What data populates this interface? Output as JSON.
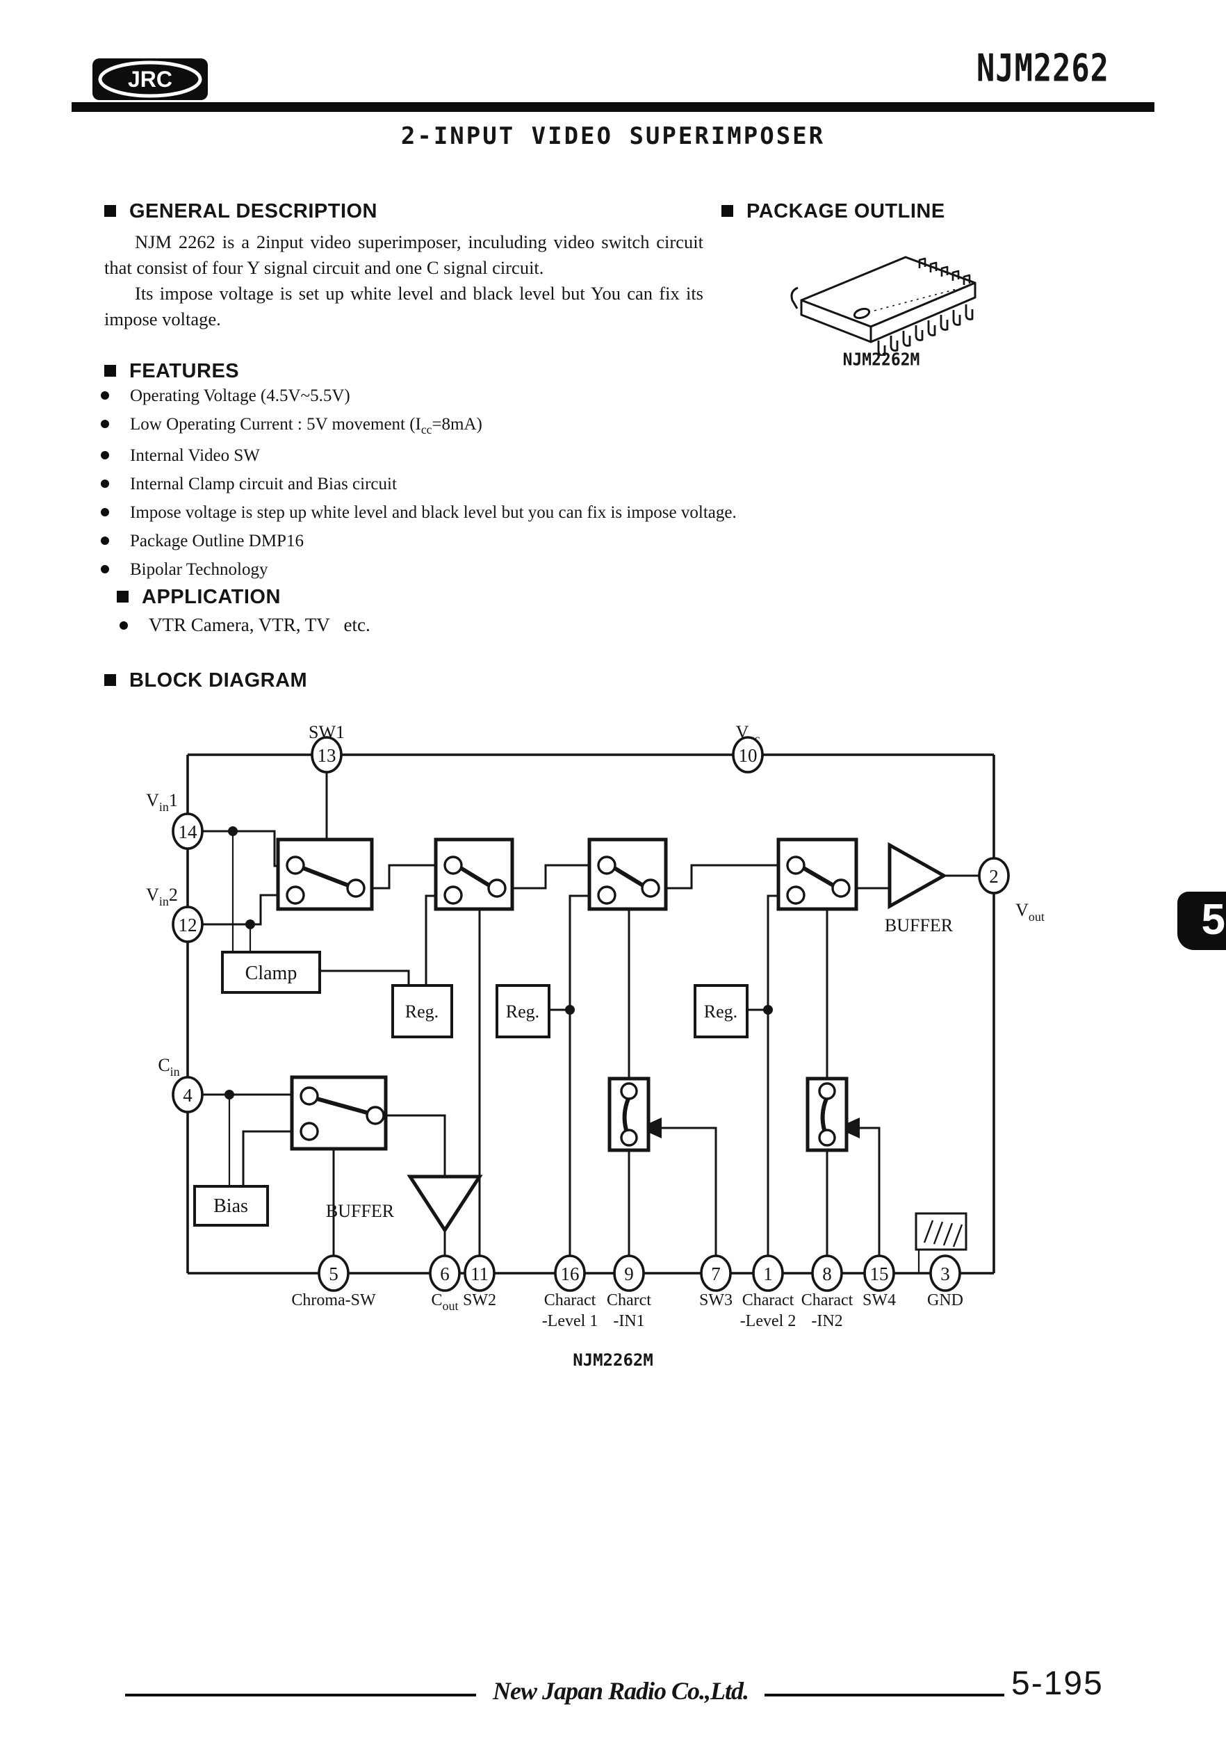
{
  "header": {
    "logo": "JRC",
    "part_number": "NJM2262"
  },
  "title": "2-INPUT VIDEO SUPERIMPOSER",
  "general_description": {
    "heading": "GENERAL DESCRIPTION",
    "paragraphs": [
      "NJM 2262 is a 2input video superimposer, inculuding video switch circuit that consist of four Y signal circuit and one C signal circuit.",
      "Its impose voltage is set up white level and black level but You can fix its impose voltage."
    ]
  },
  "package_outline": {
    "heading": "PACKAGE OUTLINE",
    "package_name": "NJM2262M"
  },
  "features": {
    "heading": "FEATURES",
    "items": [
      "Operating Voltage  (4.5V~5.5V)",
      {
        "pre": "Low Operating Current : 5V movement (I",
        "sub": "cc",
        "post": "=8mA)"
      },
      "Internal Video SW",
      "Internal Clamp circuit and Bias circuit",
      "Impose voltage is step up white level and black level but you can fix is impose voltage.",
      "Package Outline  DMP16",
      "Bipolar Technology"
    ]
  },
  "application": {
    "heading": "APPLICATION",
    "items": [
      "VTR Camera, VTR, TV   etc."
    ]
  },
  "block_diagram": {
    "heading": "BLOCK DIAGRAM",
    "caption": "NJM2262M",
    "blocks": {
      "clamp": "Clamp",
      "bias": "Bias",
      "reg1": "Reg.",
      "reg2": "Reg.",
      "reg3": "Reg.",
      "buffer_main": "BUFFER",
      "buffer_chroma": "BUFFER"
    },
    "top_pins": {
      "sw1": {
        "num": "13",
        "label": "SW1"
      },
      "vcc": {
        "num": "10",
        "base": "V",
        "sub": "cc"
      }
    },
    "left_pins": {
      "vin1": {
        "num": "14",
        "base": "V",
        "sub": "in",
        "tail": "1"
      },
      "vin2": {
        "num": "12",
        "base": "V",
        "sub": "in",
        "tail": "2"
      },
      "cin": {
        "num": "4",
        "base": "C",
        "sub": "in",
        "tail": ""
      }
    },
    "right_pin": {
      "num": "2",
      "base": "V",
      "sub": "out"
    },
    "bottom_pins": [
      {
        "num": "5",
        "lines": [
          "Chroma-SW"
        ]
      },
      {
        "num": "6",
        "base": "C",
        "sub": "out"
      },
      {
        "num": "11",
        "lines": [
          "SW2"
        ]
      },
      {
        "num": "16",
        "lines": [
          "Charact",
          "-Level 1"
        ]
      },
      {
        "num": "9",
        "lines": [
          "Charct",
          "-IN1"
        ]
      },
      {
        "num": "7",
        "lines": [
          "SW3"
        ]
      },
      {
        "num": "1",
        "lines": [
          "Charact",
          "-Level 2"
        ]
      },
      {
        "num": "8",
        "lines": [
          "Charact",
          "-IN2"
        ]
      },
      {
        "num": "15",
        "lines": [
          "SW4"
        ]
      },
      {
        "num": "3",
        "lines": [
          "GND"
        ]
      }
    ]
  },
  "footer": {
    "company": "New Japan Radio Co.,Ltd.",
    "page_number": "5-195",
    "side_tab": "5"
  }
}
